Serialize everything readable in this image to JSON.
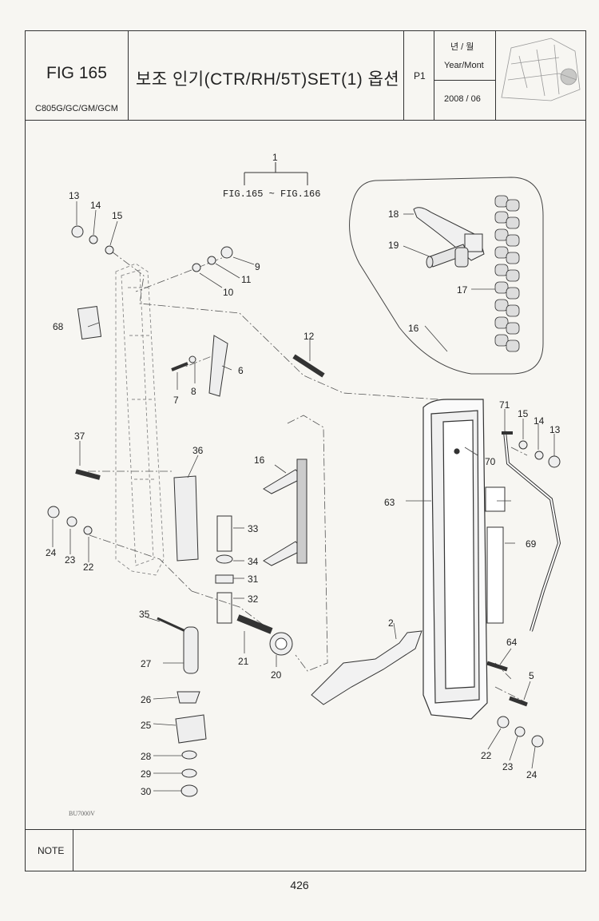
{
  "header": {
    "fig_no": "FIG 165",
    "models": "C805G/GC/GM/GCM",
    "title": "보조 인기(CTR/RH/5T)SET(1) 옵션",
    "page_code": "P1",
    "year_month_ko": "년 / 월",
    "year_month_en": "Year/Mont",
    "date": "2008 / 06"
  },
  "diagram": {
    "assembly_ref": "1",
    "fig_range": "FIG.165 ~ FIG.166",
    "drawing_code": "BU7000V",
    "callouts": [
      "1",
      "2",
      "5",
      "6",
      "7",
      "8",
      "9",
      "10",
      "11",
      "12",
      "13",
      "14",
      "15",
      "16",
      "17",
      "18",
      "19",
      "20",
      "21",
      "22",
      "23",
      "24",
      "25",
      "26",
      "27",
      "28",
      "29",
      "30",
      "31",
      "32",
      "33",
      "34",
      "35",
      "36",
      "37",
      "63",
      "64",
      "68",
      "69",
      "70",
      "71"
    ]
  },
  "footer": {
    "note_label": "NOTE",
    "page_number": "426"
  }
}
